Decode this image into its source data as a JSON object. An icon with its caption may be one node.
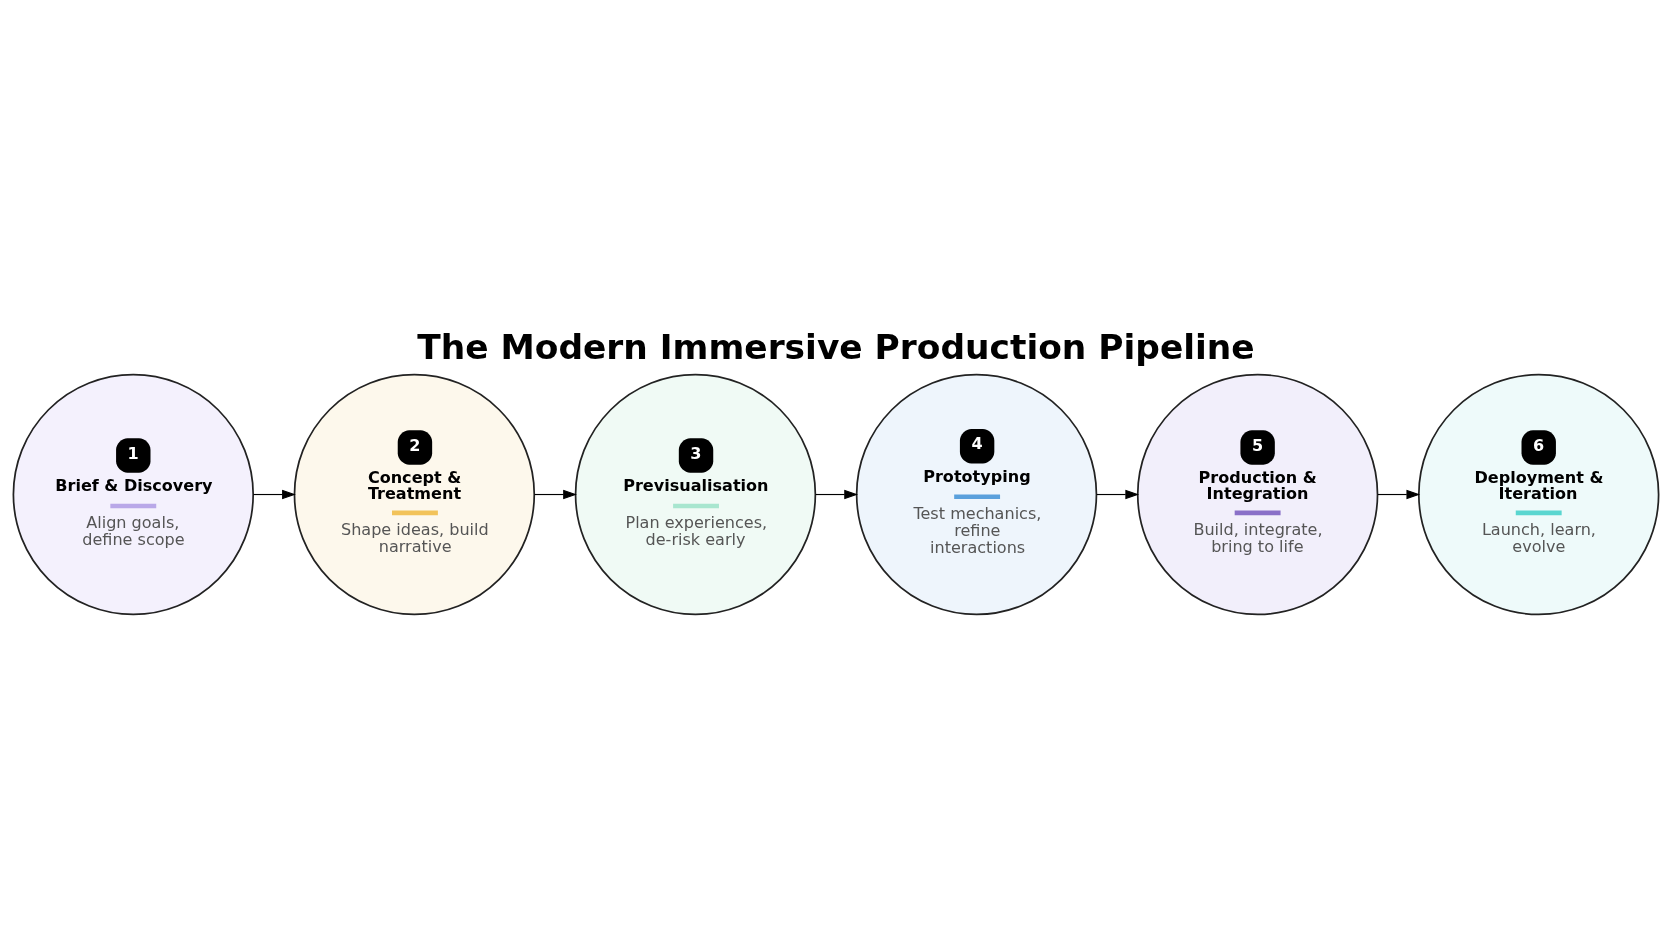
{
  "diagram": {
    "title": "The Modern Immersive Production Pipeline",
    "nodes": [
      {
        "text": [
          "1",
          "Brief & Discovery",
          "Align goals, define scope"
        ]
      },
      {
        "text": [
          "2",
          "Concept & Treatment",
          "Shape ideas, build narrative"
        ]
      },
      {
        "text": [
          "3",
          "Previsualisation",
          "Plan experiences, de-risk early"
        ]
      },
      {
        "text": [
          "4",
          "Prototyping",
          "Test mechanics, refine interactions"
        ]
      },
      {
        "text": [
          "5",
          "Production & Integration",
          "Build, integrate, bring to life"
        ]
      },
      {
        "text": [
          "6",
          "Deployment & Iteration",
          "Launch, learn, evolve"
        ]
      }
    ],
    "edges": [
      {
        "from": 0,
        "to": 1,
        "arrow": "to"
      },
      {
        "from": 1,
        "to": 2,
        "arrow": "to"
      },
      {
        "from": 2,
        "to": 3,
        "arrow": "to"
      },
      {
        "from": 3,
        "to": 4,
        "arrow": "to"
      },
      {
        "from": 4,
        "to": 5,
        "arrow": "to"
      }
    ]
  }
}
